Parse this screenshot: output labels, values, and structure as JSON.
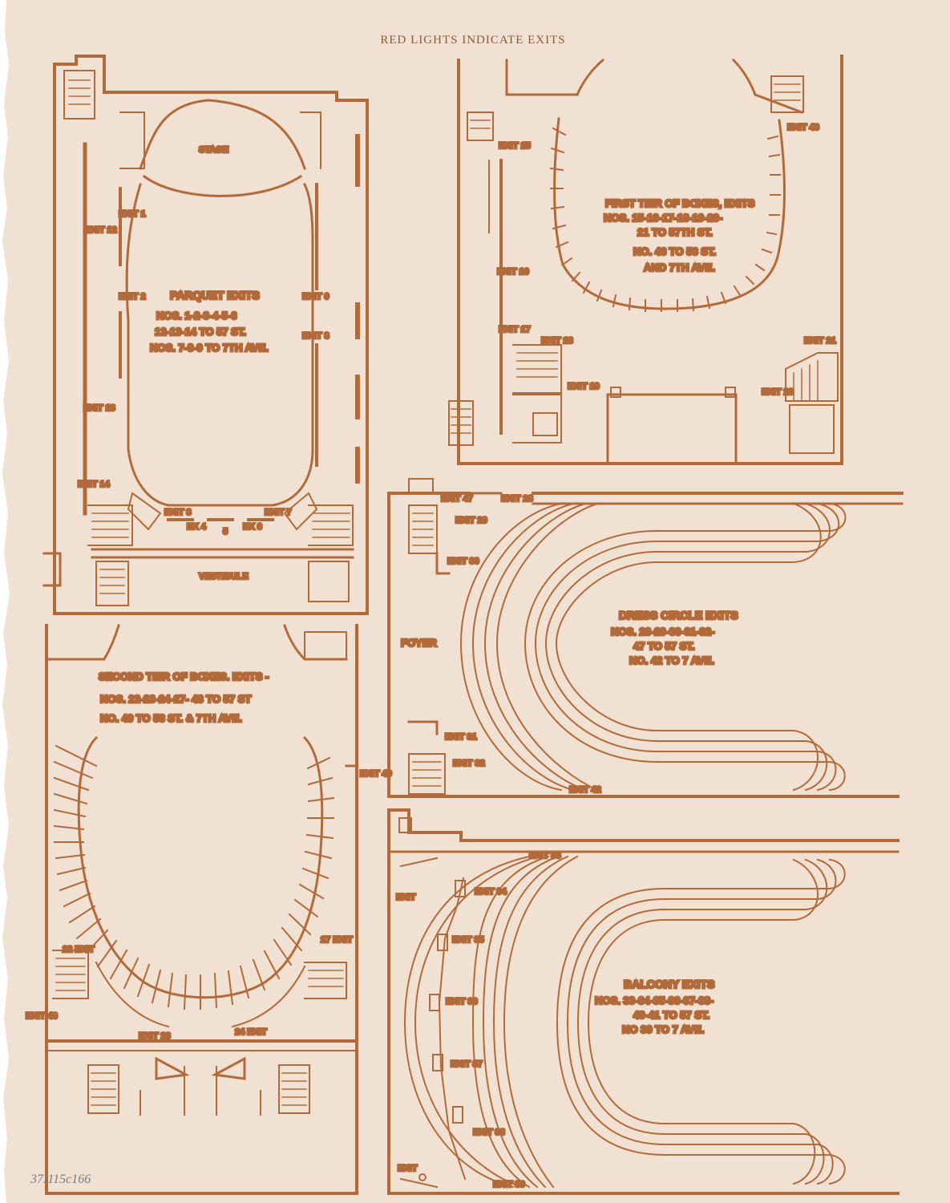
{
  "header": "RED LIGHTS INDICATE EXITS",
  "catalog_mark": "37I115c166",
  "colors": {
    "paper": "#f0e1d3",
    "ink": "#b36a3a",
    "text": "#9c5529"
  },
  "parquet": {
    "stage": "STAGE",
    "vestibule": "VESTIBULE",
    "title": "PARQUET EXITS",
    "line1": "NOS. 1-2-3-4-5-6",
    "line2": "12-13-14 TO 57 ST.",
    "line3": "NOS. 7-8-9 TO 7TH AVE.",
    "exits": {
      "e1": "EXIT 1",
      "e2": "EXIT 2",
      "e3": "EXIT 3",
      "e4": "EX 4",
      "e5": "5",
      "e6": "EX 6",
      "e7": "EXIT 7",
      "e8": "EXIT 8",
      "e9": "EXIT 9",
      "e12": "EXIT 12",
      "e13": "EXIT 13",
      "e14": "EXIT 14"
    }
  },
  "first_tier": {
    "title": "FIRST TIER OF BOXES, EXITS",
    "line1": "NOS. 15-16-17-18-19-20-",
    "line2": "21 TO 57TH ST.",
    "line3": "NO. 46 TO 56 ST.",
    "line4": "AND 7TH AVE.",
    "exits": {
      "e15": "EXIT 15",
      "e16": "EXIT 16",
      "e17": "EXIT 17",
      "e18": "EXIT 18",
      "e19": "EXIT 19",
      "e20": "EXIT 20",
      "e21": "EXIT 21",
      "e46": "EXIT 46"
    }
  },
  "dress_circle": {
    "title": "DRESS CIRCLE EXITS",
    "line1": "NOS. 28-29-30-31-32-",
    "line2": "47 TO 57 ST.",
    "line3": "NO. 42 TO 7 AVE.",
    "foyer": "FOYER",
    "exits": {
      "e28": "EXIT 28",
      "e29": "EXIT 29",
      "e30": "EXIT 30",
      "e31": "EXIT 31",
      "e32": "EXIT 32",
      "e42": "EXIT 42",
      "e47": "EXIT 47"
    }
  },
  "second_tier": {
    "title": "SECOND TIER OF BOXES. EXITS -",
    "line1": "NOS. 22-23-24-27- 48 TO 57 ST",
    "line2": "NO. 49 TO 56 ST. & 7TH AVE.",
    "exits": {
      "e22": "22 EXIT",
      "e23": "EXIT 23",
      "e24": "24 EXIT",
      "e27": "27 EXIT",
      "e48": "EXIT 48",
      "e49": "EXIT 49"
    }
  },
  "balcony": {
    "title": "BALCONY EXITS",
    "line1": "NOS. 33-34-35-36-37-38-",
    "line2": "40-41 TO 57 ST.",
    "line3": "NO 39 TO 7 AVE.",
    "exits": {
      "e33": "EXIT 33",
      "e34": "EXIT 34",
      "e35": "EXIT 35",
      "e36": "EXIT 36",
      "e37": "EXIT 37",
      "e38": "EXIT 38",
      "e39": "EXIT 39",
      "e_top": "EXIT",
      "e_bottom": "EXIT"
    }
  }
}
